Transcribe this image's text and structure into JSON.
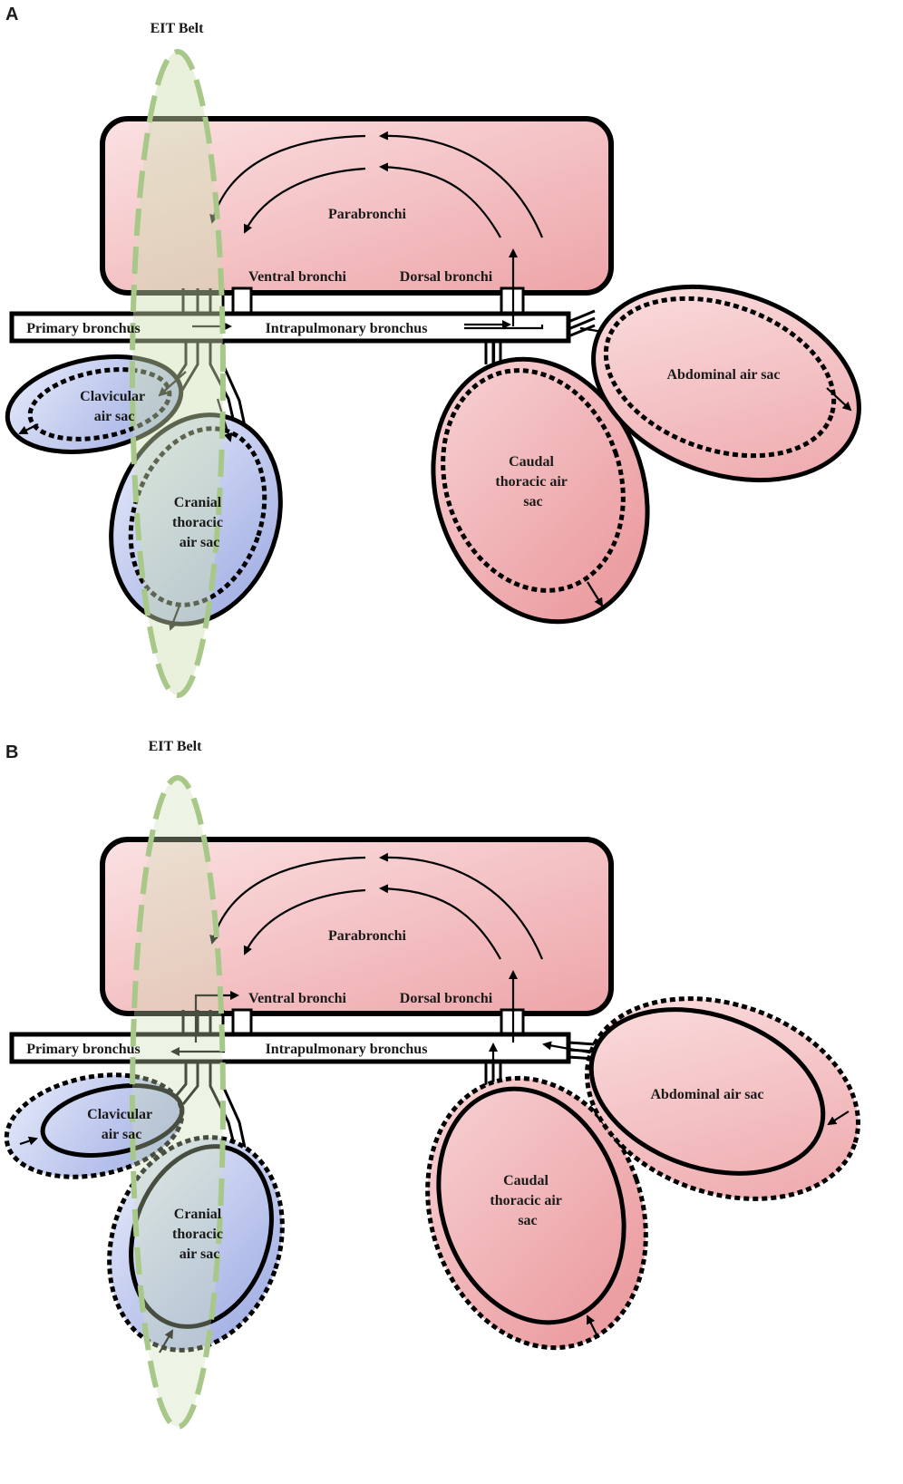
{
  "panels": [
    {
      "letter": "A",
      "belt_label": "EIT Belt",
      "parabronchi": "Parabronchi",
      "ventral_bronchi": "Ventral bronchi",
      "dorsal_bronchi": "Dorsal bronchi",
      "primary_bronchus": "Primary bronchus",
      "intrapulmonary_bronchus": "Intrapulmonary bronchus",
      "clavicular": [
        "Clavicular",
        "air sac"
      ],
      "cranial_thoracic": [
        "Cranial",
        "thoracic",
        "air sac"
      ],
      "caudal_thoracic": [
        "Caudal",
        "thoracic air",
        "sac"
      ],
      "abdominal": "Abdominal air sac"
    },
    {
      "letter": "B",
      "belt_label": "EIT Belt",
      "parabronchi": "Parabronchi",
      "ventral_bronchi": "Ventral bronchi",
      "dorsal_bronchi": "Dorsal bronchi",
      "primary_bronchus": "Primary bronchus",
      "intrapulmonary_bronchus": "Intrapulmonary bronchus",
      "clavicular": [
        "Clavicular",
        "air sac"
      ],
      "cranial_thoracic": [
        "Cranial",
        "thoracic",
        "air sac"
      ],
      "caudal_thoracic": [
        "Caudal",
        "thoracic air",
        "sac"
      ],
      "abdominal": "Abdominal air sac"
    }
  ],
  "colors": {
    "caudal_fill": "#eda4a8",
    "cranial_fill": "#a8b4e6",
    "belt_fill": "#cfe0b4",
    "belt_stroke": "#a8c88a",
    "outline": "#000000"
  }
}
